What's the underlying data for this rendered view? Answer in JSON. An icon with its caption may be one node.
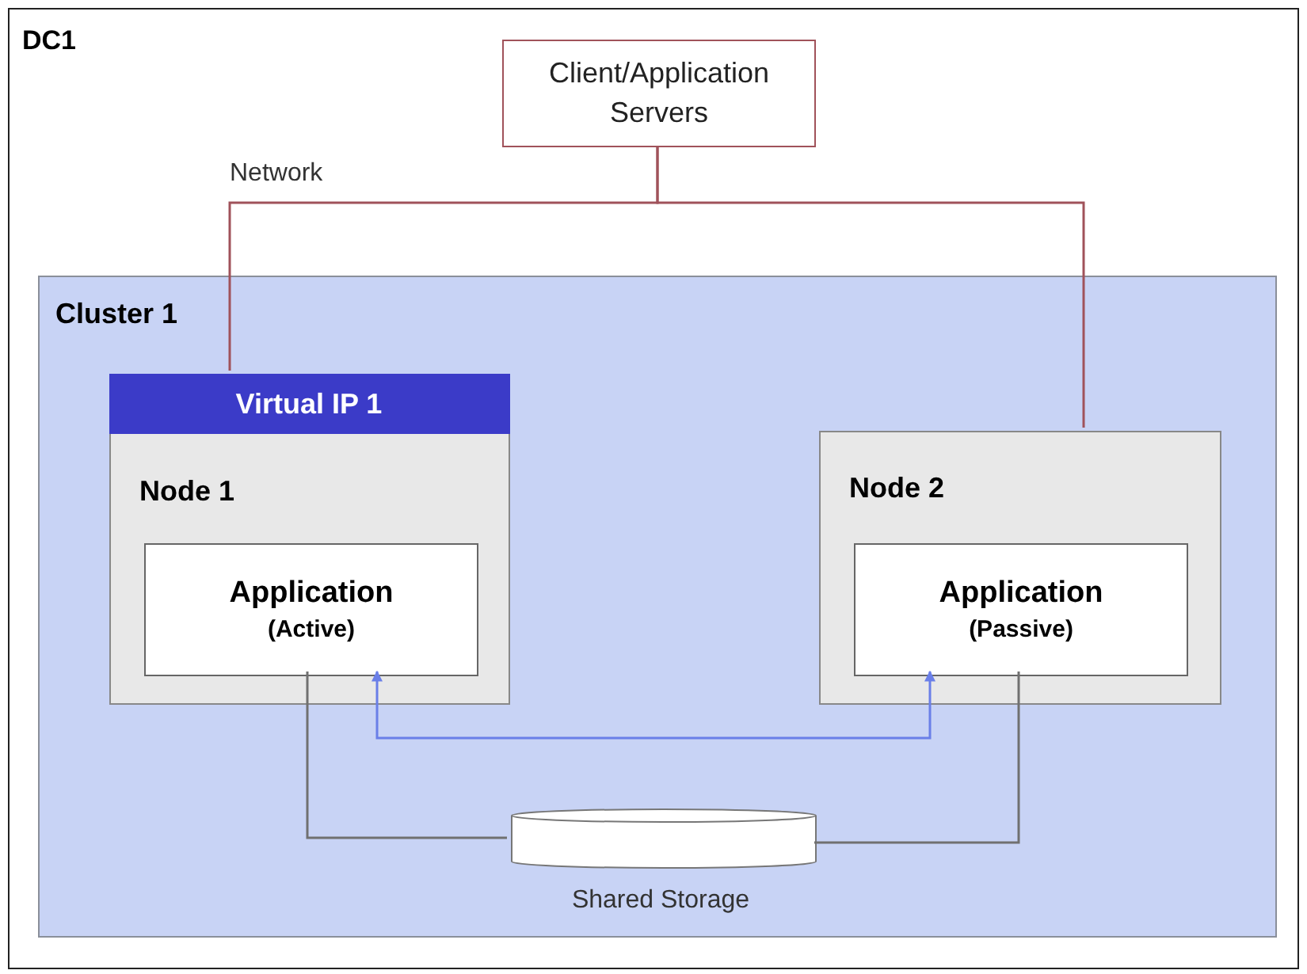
{
  "diagram": {
    "nodes": [
      {
        "text": [
          "DC1"
        ]
      },
      {
        "text": [
          "Client/Application Servers"
        ],
        "in": 0
      },
      {
        "text": [
          "Cluster 1"
        ],
        "in": 0
      },
      {
        "text": [
          "Virtual IP 1",
          "Node 1"
        ],
        "in": 2
      },
      {
        "text": [
          "Application",
          "(Active)"
        ],
        "in": 3
      },
      {
        "text": [
          "Node 2"
        ],
        "in": 2
      },
      {
        "text": [
          "Application",
          "(Passive)"
        ],
        "in": 5
      },
      {
        "text": [],
        "shape": "cylinder",
        "beside": [
          "Shared Storage"
        ],
        "in": 2
      }
    ],
    "edges": [
      {
        "from": 1,
        "to": 3,
        "arrow": "none",
        "label": "Network",
        "color": "#a0525a"
      },
      {
        "from": 1,
        "to": 5,
        "arrow": "none",
        "color": "#a0525a"
      },
      {
        "from": 4,
        "to": 6,
        "arrow": "both",
        "color": "#6a7fe8"
      },
      {
        "from": 4,
        "to": 7,
        "arrow": "none",
        "color": "#707070"
      },
      {
        "from": 6,
        "to": 7,
        "arrow": "none",
        "color": "#707070"
      }
    ]
  }
}
